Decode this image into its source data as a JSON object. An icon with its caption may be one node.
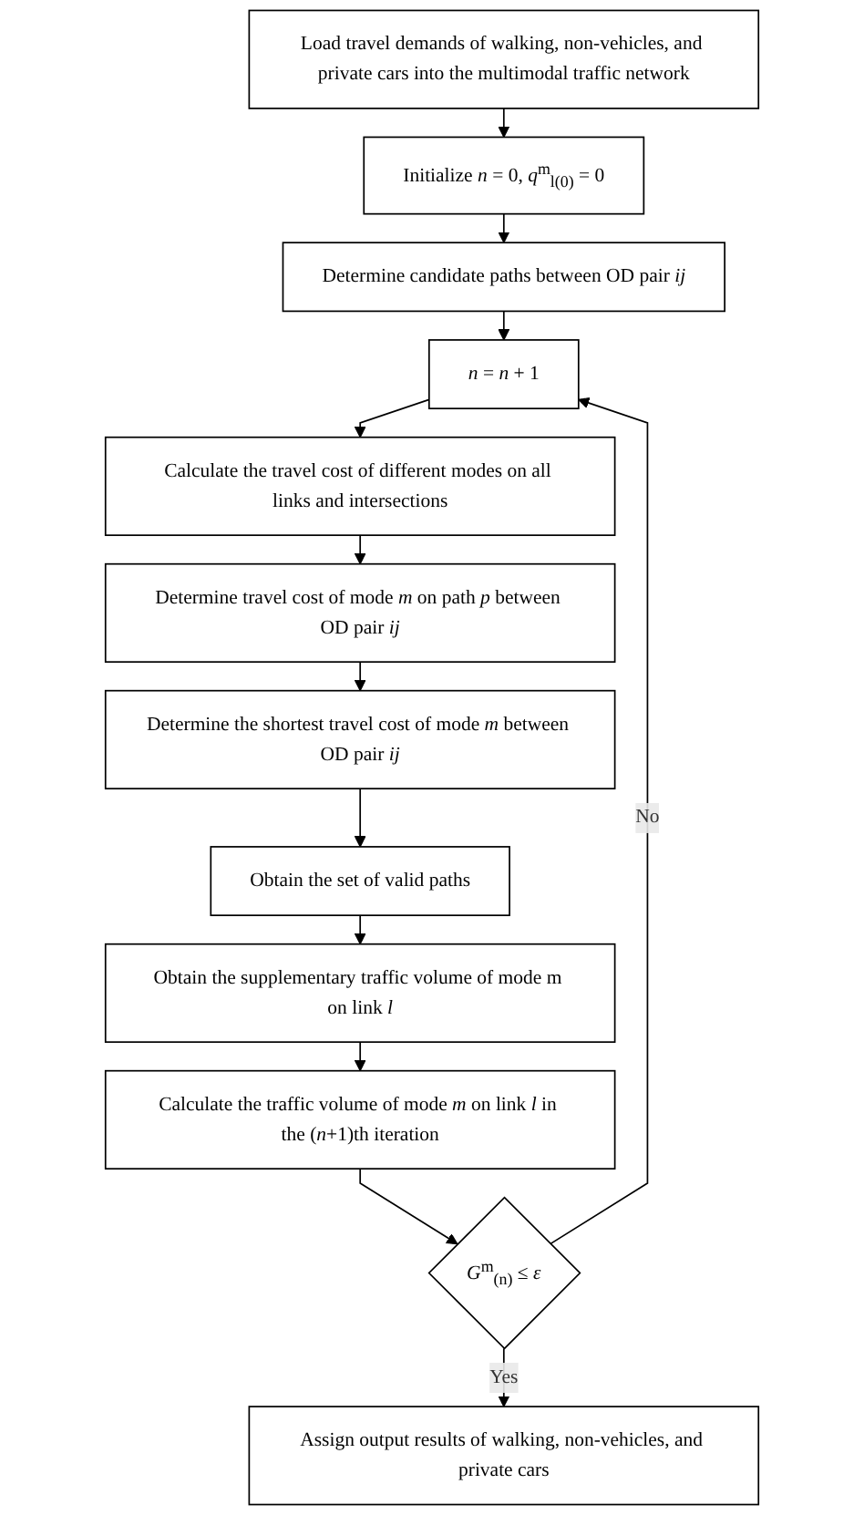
{
  "diagram": {
    "nodes": [
      {
        "text": [
          "Load travel demands of walking, non-vehicles, and private cars into the multimodal traffic network"
        ]
      },
      {
        "text": [
          "Initialize *n* = 0, *q*$^{m}$$_{l(0)}$ = 0"
        ]
      },
      {
        "text": [
          "Determine candidate paths between OD pair *ij*"
        ]
      },
      {
        "text": [
          "*n* = *n* + 1"
        ]
      },
      {
        "text": [
          "Calculate the travel cost of different modes on all links and intersections"
        ]
      },
      {
        "text": [
          "Determine travel cost of mode *m* on path *p* between OD pair *ij*"
        ]
      },
      {
        "text": [
          "Determine the shortest travel cost of mode *m* between OD pair *ij*"
        ]
      },
      {
        "text": [
          "Obtain the set of valid paths"
        ]
      },
      {
        "text": [
          "Obtain the supplementary traffic volume of mode m on link *l*"
        ]
      },
      {
        "text": [
          "Calculate the traffic volume of mode *m* on link *l* in the (*n*+1)th iteration"
        ]
      },
      {
        "text": [
          "*G*$^{m}$$_{(n)}$ ≤ *ε*"
        ]
      },
      {
        "text": [
          "Assign output results of walking, non-vehicles, and private cars"
        ]
      }
    ],
    "edges": [
      {
        "from": 0,
        "to": 1,
        "arrow": "to"
      },
      {
        "from": 1,
        "to": 2,
        "arrow": "to"
      },
      {
        "from": 2,
        "to": 3,
        "arrow": "to"
      },
      {
        "from": 3,
        "to": 4,
        "arrow": "to"
      },
      {
        "from": 4,
        "to": 5,
        "arrow": "to"
      },
      {
        "from": 5,
        "to": 6,
        "arrow": "to"
      },
      {
        "from": 6,
        "to": 7,
        "arrow": "to"
      },
      {
        "from": 7,
        "to": 8,
        "arrow": "to"
      },
      {
        "from": 8,
        "to": 9,
        "arrow": "to"
      },
      {
        "from": 9,
        "to": 10,
        "arrow": "to"
      },
      {
        "from": 10,
        "to": 11,
        "label": "Yes",
        "arrow": "to"
      },
      {
        "from": 10,
        "to": 3,
        "label": "No",
        "arrow": "to"
      }
    ]
  }
}
